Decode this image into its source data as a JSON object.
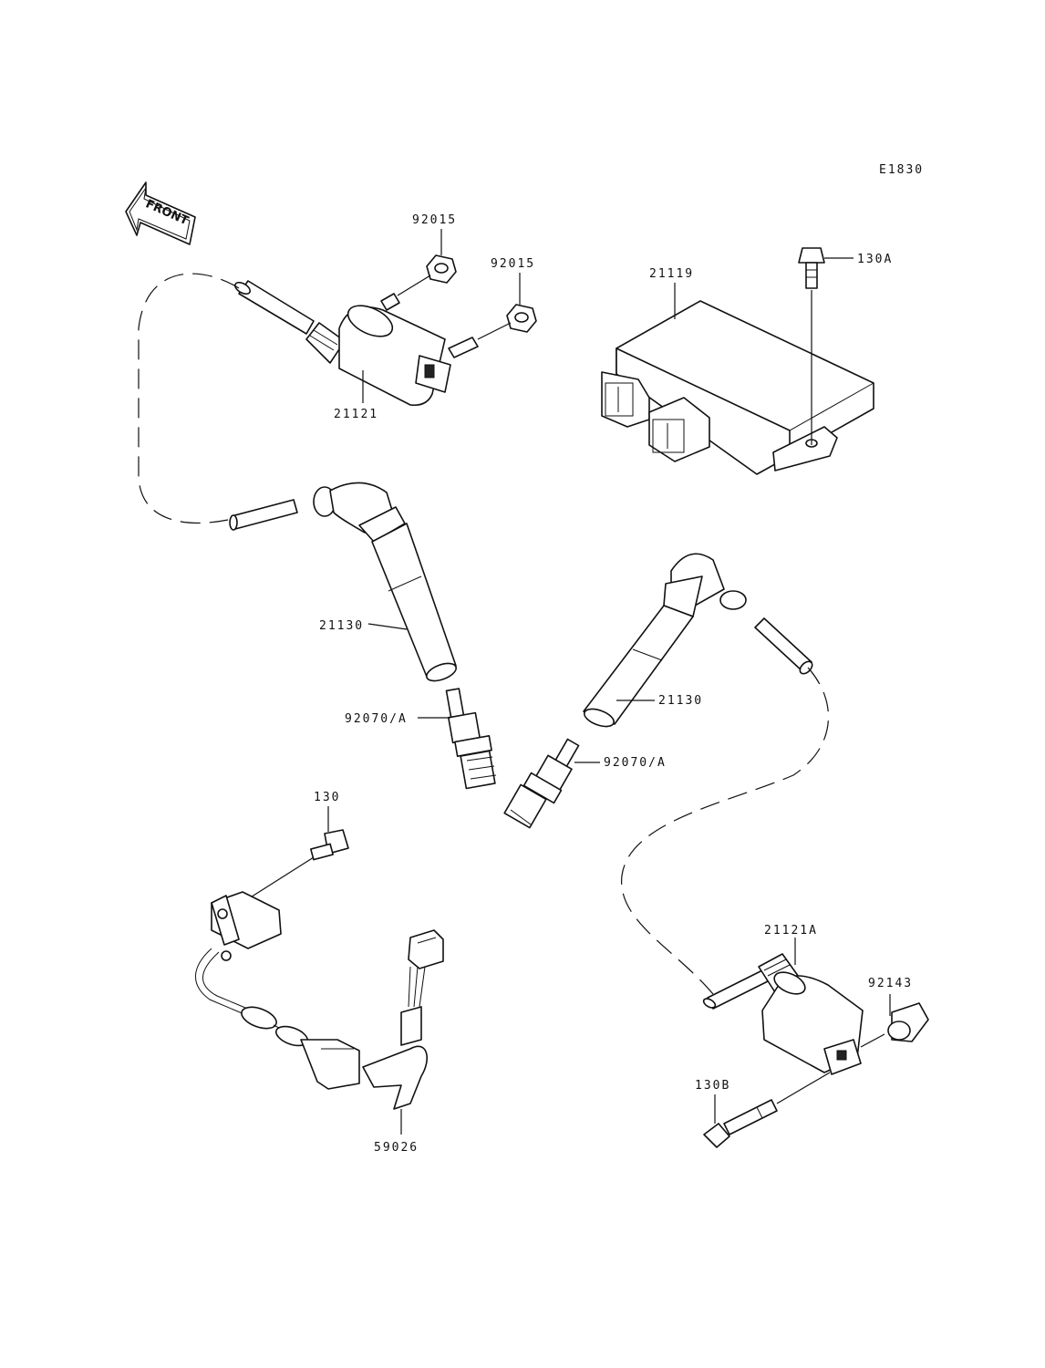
{
  "diagram": {
    "code": "E1830",
    "front_label": "FRONT",
    "labels": {
      "nut_top": "92015",
      "nut_right": "92015",
      "coil_left": "21121",
      "igniter": "21119",
      "bolt_igniter": "130A",
      "cap_left": "21130",
      "cap_right": "21130",
      "plug_left": "92070/A",
      "plug_right": "92070/A",
      "bolt_harness": "130",
      "harness": "59026",
      "coil_right": "21121A",
      "collar": "92143",
      "bolt_coil": "130B"
    }
  }
}
